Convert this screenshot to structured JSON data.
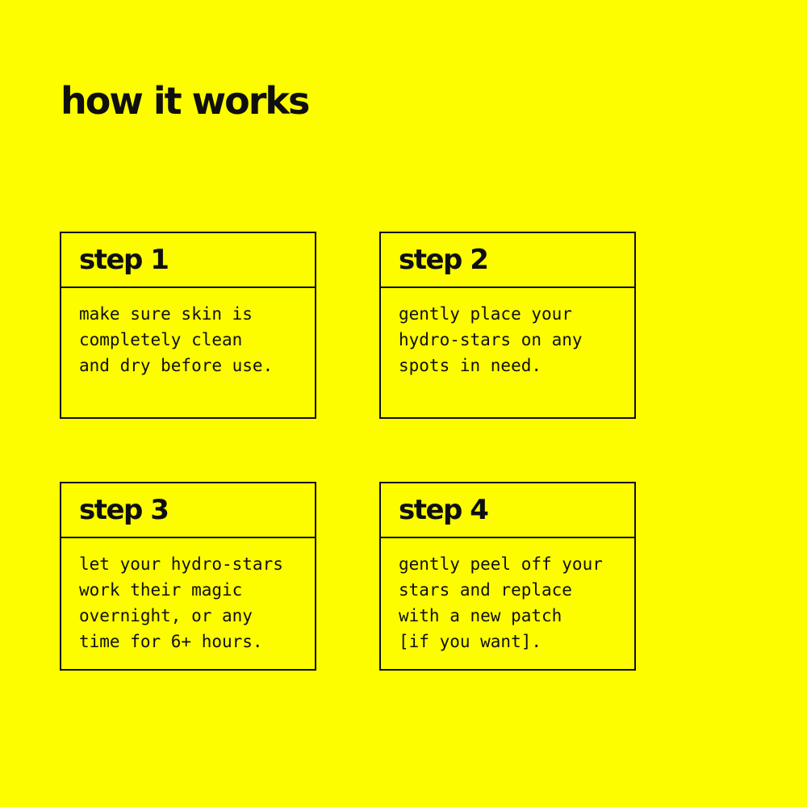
{
  "page": {
    "background_color": "#fdfd00",
    "text_color": "#0f0f0f",
    "border_color": "#0f0f0f"
  },
  "title": "how it works",
  "steps": [
    {
      "label": "step 1",
      "body": "make sure skin is\ncompletely clean\nand dry before use."
    },
    {
      "label": "step 2",
      "body": "gently place your\nhydro-stars on any\nspots in need."
    },
    {
      "label": "step 3",
      "body": "let your hydro-stars\nwork their magic\novernight, or any\ntime for 6+ hours."
    },
    {
      "label": "step 4",
      "body": "gently peel off your\nstars and replace\nwith a new patch\n[if you want]."
    }
  ]
}
